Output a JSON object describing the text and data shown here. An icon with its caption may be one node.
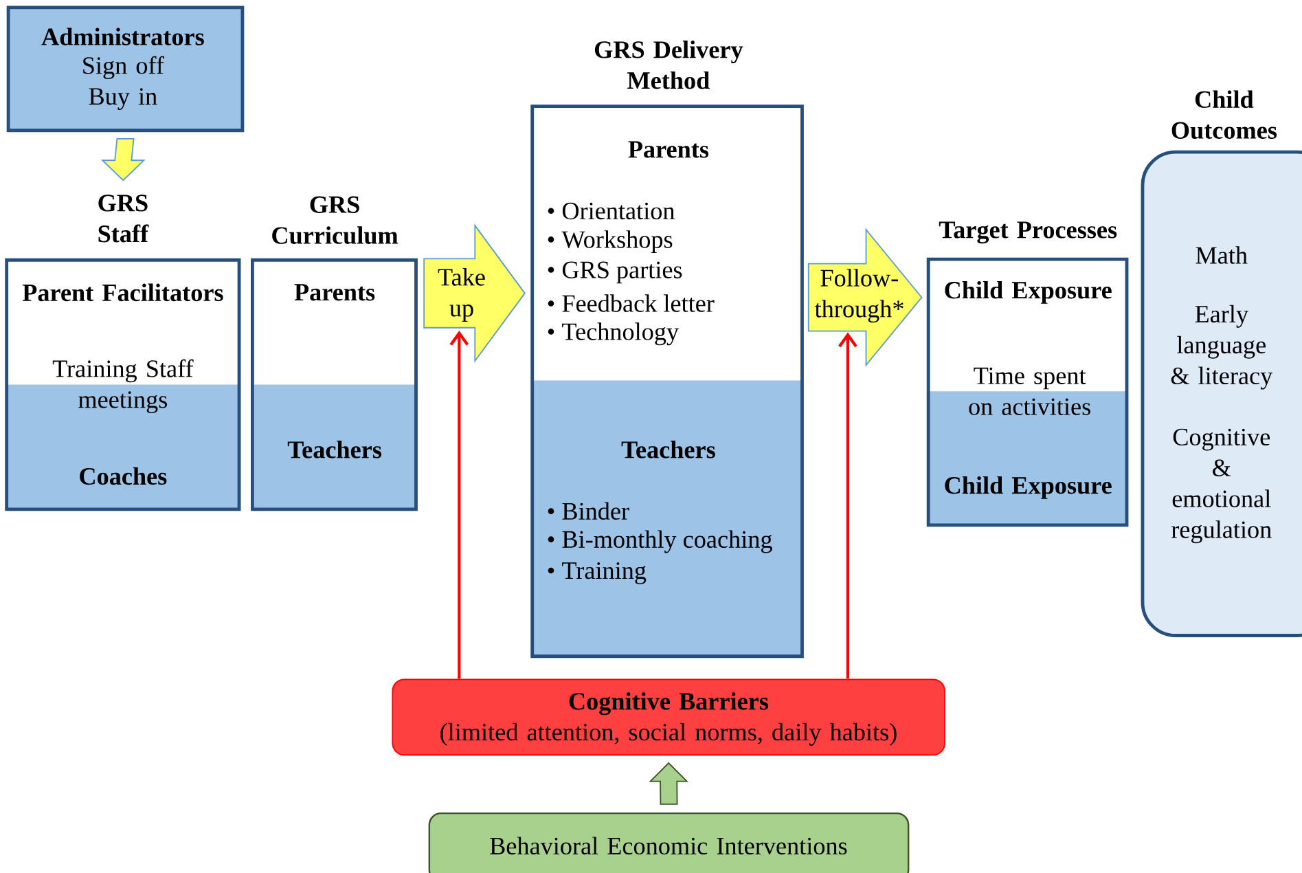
{
  "diagram": {
    "nodes": [
      {
        "text": [
          "Administrators",
          "Sign off Buy in"
        ]
      },
      {
        "text": [
          "GRS Staff",
          "Parent Facilitators",
          "Training Staff meetings",
          "Coaches"
        ]
      },
      {
        "text": [
          "GRS Curriculum",
          "Parents",
          "Teachers"
        ]
      },
      {
        "text": [
          "GRS Delivery Method",
          "Parents",
          "• Orientation",
          "• Workshops",
          "• GRS parties",
          "• Feedback letter",
          "• Technology",
          "Teachers",
          "• Binder",
          "• Bi-monthly coaching",
          "• Training"
        ]
      },
      {
        "text": [
          "Target Processes",
          "Child Exposure",
          "Time spent on activities",
          "Child Exposure"
        ]
      },
      {
        "text": [
          "Child Outcomes",
          "Math",
          "Early language & literacy",
          "Cognitive & emotional regulation"
        ]
      },
      {
        "text": [
          "Cognitive Barriers",
          "(limited attention, social norms, daily habits)"
        ]
      },
      {
        "text": [
          "Behavioral Economic Interventions"
        ]
      }
    ],
    "edges": [
      {
        "from": 0,
        "to": 1,
        "arrow": "to",
        "style": "thick",
        "color": "#ffff66"
      },
      {
        "from": 2,
        "to": 3,
        "arrow": "to",
        "label": "Take up",
        "style": "thick",
        "color": "#ffff66"
      },
      {
        "from": 3,
        "to": 4,
        "arrow": "to",
        "label": "Follow-through*",
        "style": "thick",
        "color": "#ffff66"
      },
      {
        "from": 6,
        "to": null,
        "arrow": "to",
        "color": "#ff0000"
      },
      {
        "from": 6,
        "to": null,
        "arrow": "to",
        "color": "#ff0000"
      },
      {
        "from": 7,
        "to": 6,
        "arrow": "to",
        "style": "thick",
        "color": "#a9d18e"
      }
    ]
  }
}
